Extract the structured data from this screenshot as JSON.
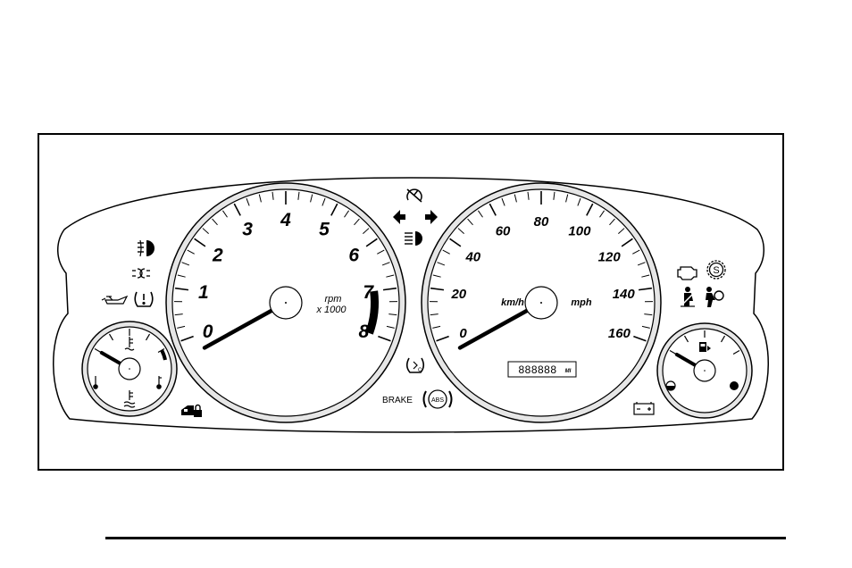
{
  "tachometer": {
    "labels": [
      "0",
      "1",
      "2",
      "3",
      "4",
      "5",
      "6",
      "7",
      "8"
    ],
    "unit_line1": "rpm",
    "unit_line2": "x 1000",
    "redline_start": 7.0,
    "max": 8,
    "reading": 0
  },
  "speedometer": {
    "labels": [
      "0",
      "20",
      "40",
      "60",
      "80",
      "100",
      "120",
      "140",
      "160"
    ],
    "unit_left": "km/h",
    "unit_right": "mph",
    "max": 160,
    "reading": 0,
    "odometer_digits": "888888",
    "odometer_unit": "MI"
  },
  "temp_gauge": {
    "reading_fraction": 0.0
  },
  "fuel_gauge": {
    "reading_fraction": 0.0
  },
  "indicators": {
    "brake_label": "BRAKE",
    "abs_label": "ABS"
  },
  "colors": {
    "ink": "#000000",
    "paper": "#ffffff",
    "dial_ring": "#e6e6e6"
  }
}
